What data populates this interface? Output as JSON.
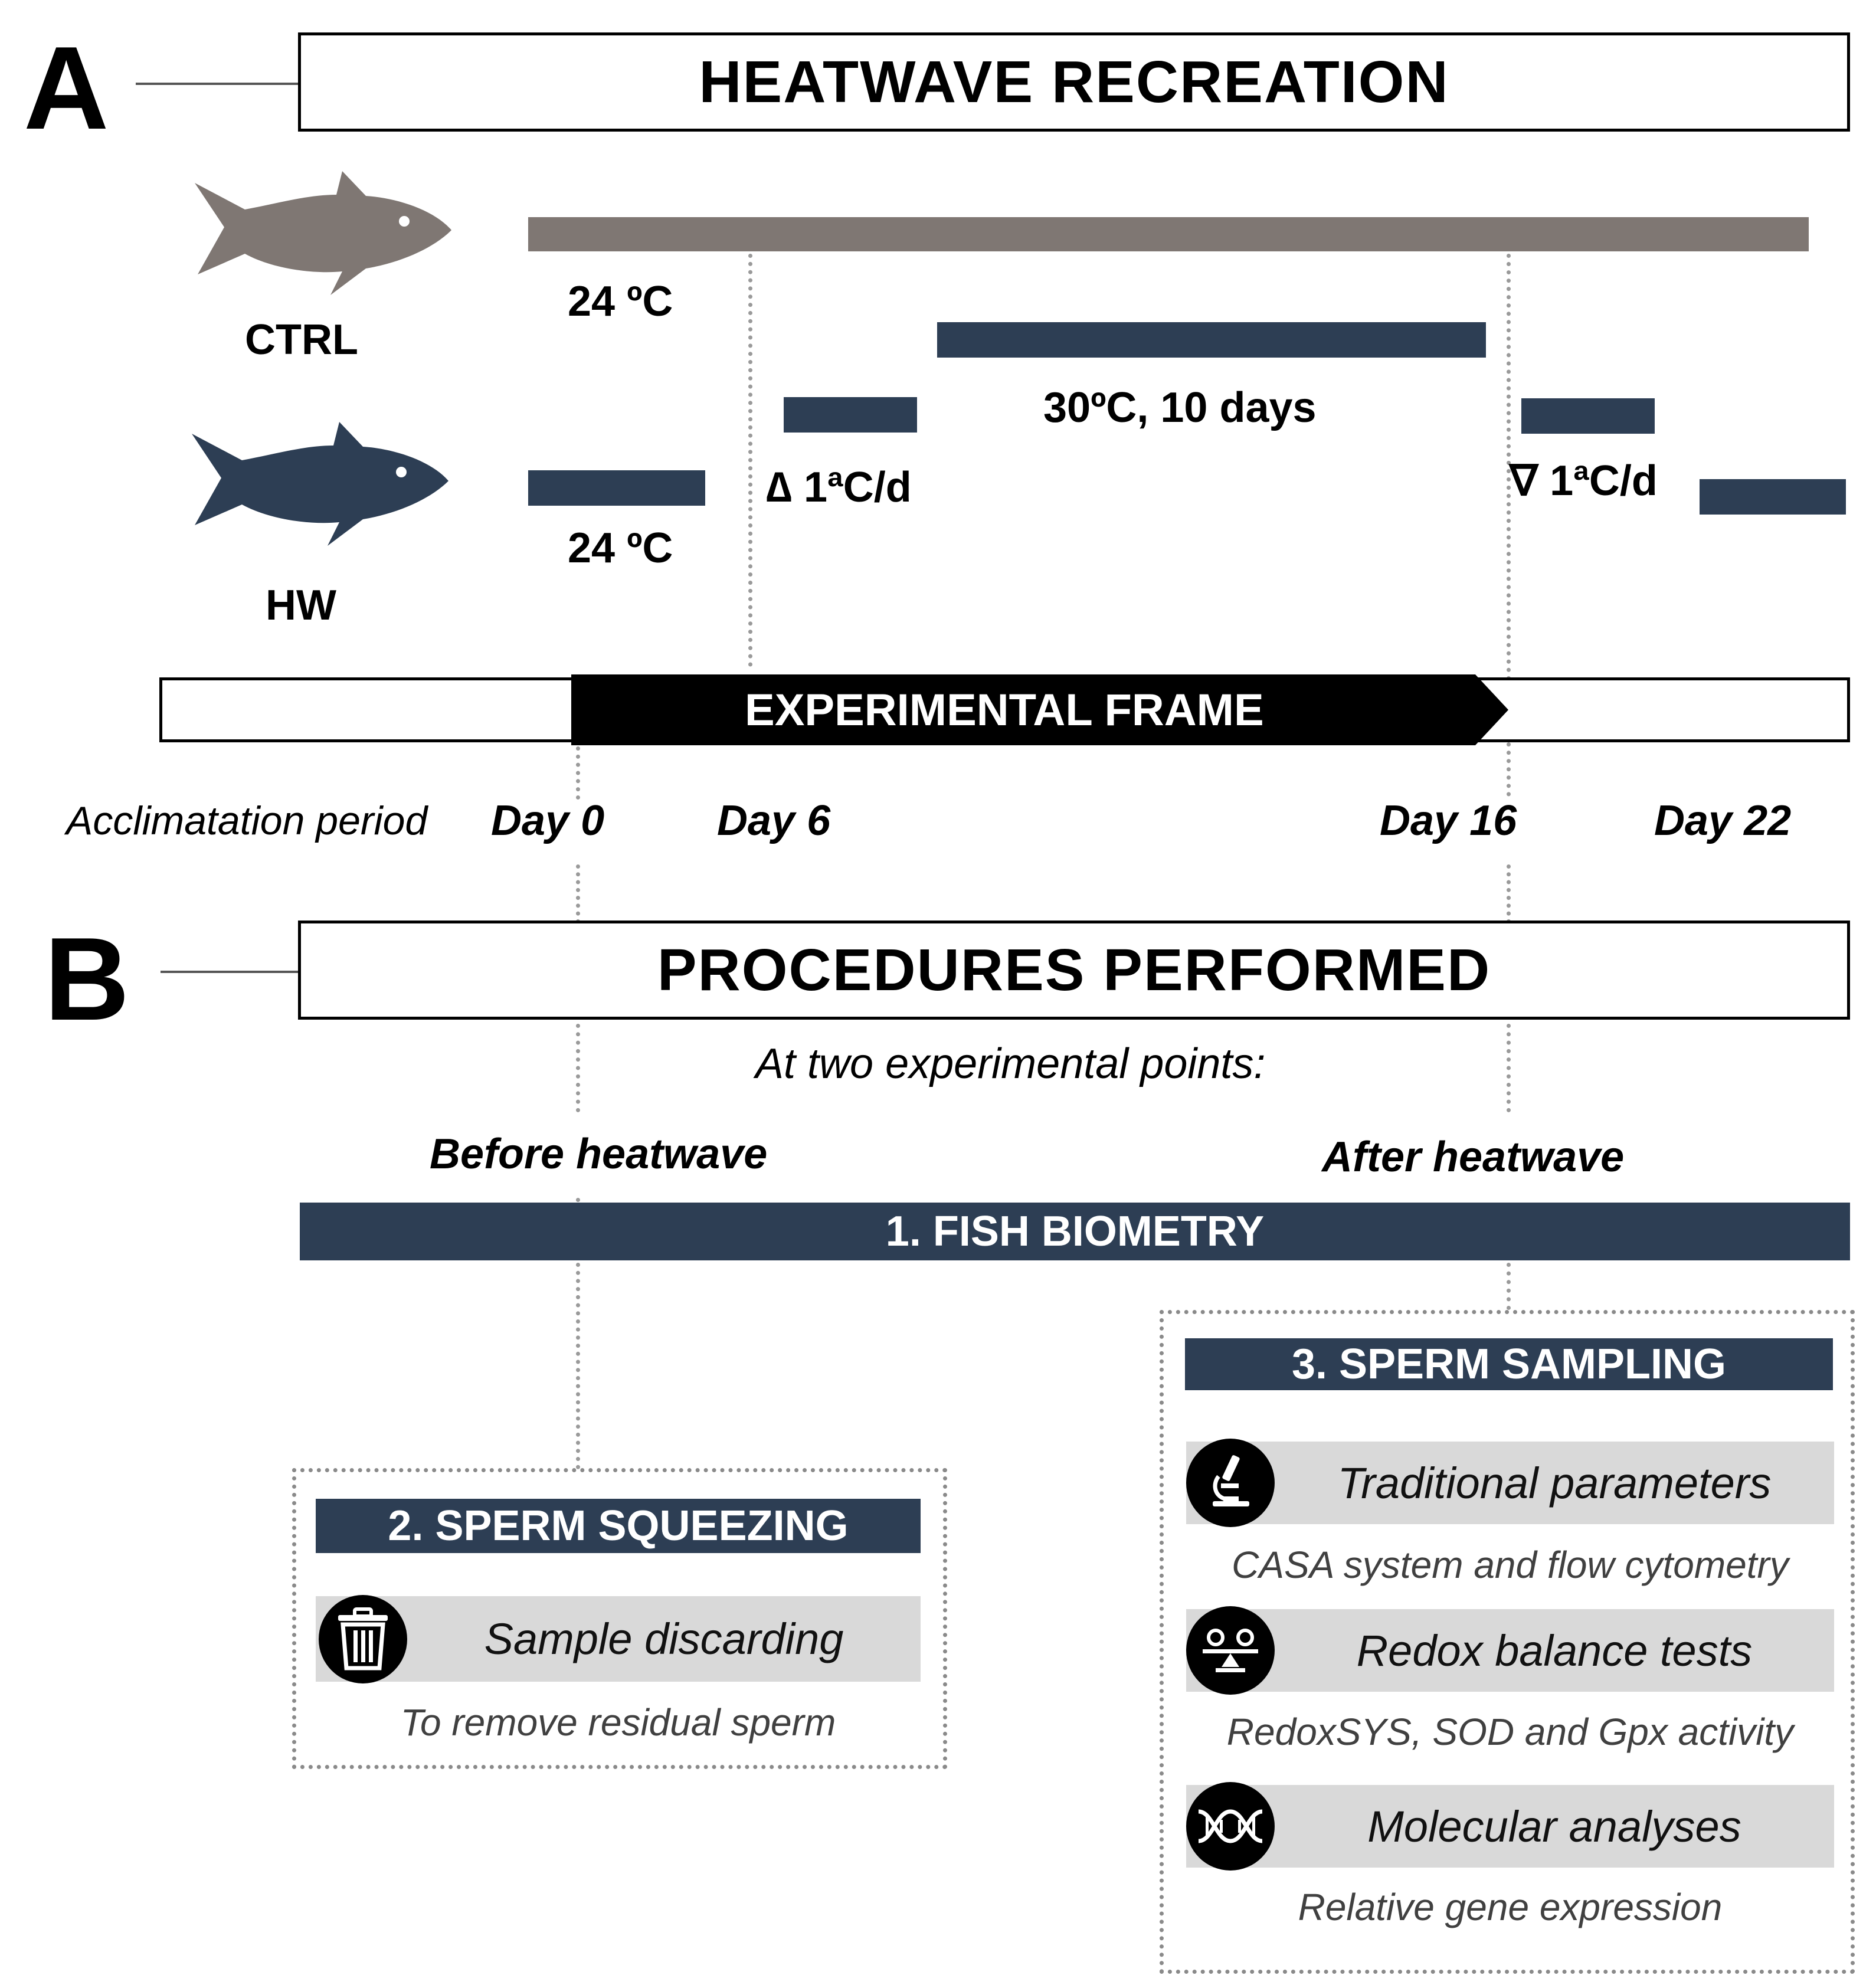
{
  "panel_a": {
    "letter": "A",
    "title": "HEATWAVE RECREATION",
    "groups": {
      "ctrl": {
        "label": "CTRL",
        "temp": "24 ºC"
      },
      "hw": {
        "label": "HW",
        "temp": "24 ºC",
        "ramp_up": "∆ 1ªC/d",
        "plateau": "30ºC, 10 days",
        "ramp_down": "∇ 1ªC/d"
      }
    },
    "frame_label": "EXPERIMENTAL FRAME",
    "timeline": {
      "acclimation": "Acclimatation period",
      "days": [
        "Day 0",
        "Day 6",
        "Day 16",
        "Day 22"
      ]
    }
  },
  "panel_b": {
    "letter": "B",
    "title": "PROCEDURES PERFORMED",
    "subtitle": "At two experimental points:",
    "before": "Before heatwave",
    "after": "After heatwave",
    "biometry": "1. FISH BIOMETRY",
    "squeezing": {
      "header": "2. SPERM SQUEEZING",
      "item": "Sample discarding",
      "sub": "To remove residual sperm"
    },
    "sampling": {
      "header": "3. SPERM SAMPLING",
      "items": [
        {
          "label": "Traditional parameters",
          "sub": "CASA system and flow cytometry",
          "icon": "microscope-icon"
        },
        {
          "label": "Redox balance tests",
          "sub": "RedoxSYS, SOD and Gpx activity",
          "icon": "balance-icon"
        },
        {
          "label": "Molecular analyses",
          "sub": "Relative gene expression",
          "icon": "dna-icon"
        }
      ]
    }
  },
  "colors": {
    "navy": "#2d3e54",
    "grey_fish": "#7f7773",
    "box_grey": "#d9d9d9"
  }
}
